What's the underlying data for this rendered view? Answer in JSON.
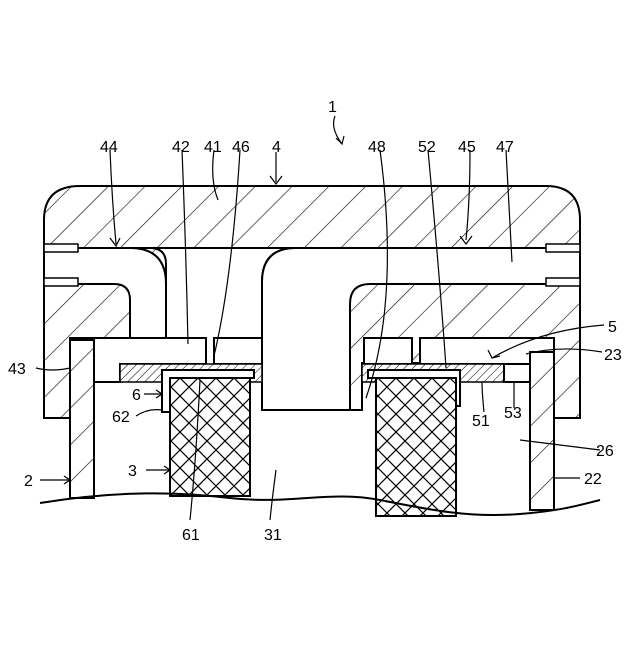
{
  "figure": {
    "labels": {
      "l1": "1",
      "l44": "44",
      "l42": "42",
      "l41": "41",
      "l46": "46",
      "l4": "4",
      "l48": "48",
      "l52": "52",
      "l45": "45",
      "l47": "47",
      "l5": "5",
      "l23": "23",
      "l43": "43",
      "l6": "6",
      "l62": "62",
      "l51": "51",
      "l53": "53",
      "l26": "26",
      "l3": "3",
      "l2": "2",
      "l22": "22",
      "l61": "61",
      "l31": "31"
    }
  }
}
